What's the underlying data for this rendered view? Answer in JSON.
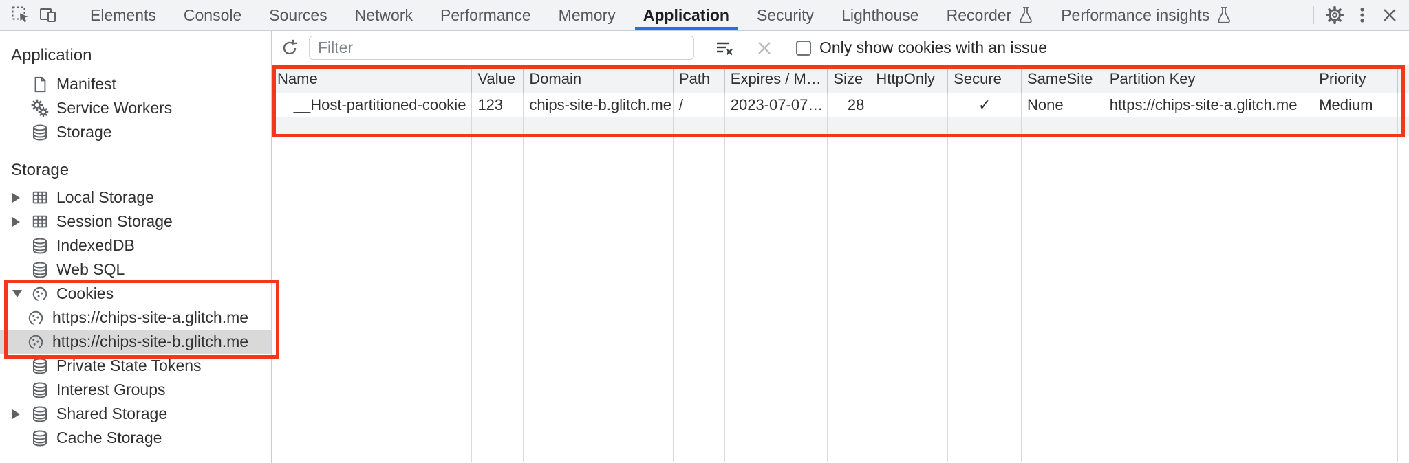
{
  "colors": {
    "highlight_red": "#f4361d",
    "active_tab_underline": "#1a73e8"
  },
  "tabbar": {
    "tabs": [
      "Elements",
      "Console",
      "Sources",
      "Network",
      "Performance",
      "Memory",
      "Application",
      "Security",
      "Lighthouse"
    ],
    "active_tab": "Application",
    "experiment_tabs": [
      "Recorder",
      "Performance insights"
    ]
  },
  "sidebar": {
    "panel_title": "Application",
    "app_items": [
      "Manifest",
      "Service Workers",
      "Storage"
    ],
    "storage_title": "Storage",
    "storage_items": [
      {
        "label": "Local Storage",
        "icon": "table-icon",
        "state": "collapsed"
      },
      {
        "label": "Session Storage",
        "icon": "table-icon",
        "state": "collapsed"
      },
      {
        "label": "IndexedDB",
        "icon": "database-icon"
      },
      {
        "label": "Web SQL",
        "icon": "database-icon"
      },
      {
        "label": "Cookies",
        "icon": "cookie-icon",
        "state": "expanded"
      },
      {
        "label": "https://chips-site-a.glitch.me",
        "icon": "cookie-icon",
        "child": true
      },
      {
        "label": "https://chips-site-b.glitch.me",
        "icon": "cookie-icon",
        "child": true,
        "selected": true
      },
      {
        "label": "Private State Tokens",
        "icon": "database-icon"
      },
      {
        "label": "Interest Groups",
        "icon": "database-icon"
      },
      {
        "label": "Shared Storage",
        "icon": "database-icon",
        "state": "collapsed"
      },
      {
        "label": "Cache Storage",
        "icon": "database-icon"
      }
    ]
  },
  "toolbar": {
    "filter_placeholder": "Filter",
    "checkbox_label": "Only show cookies with an issue",
    "checkbox_checked": false
  },
  "cookie_table": {
    "columns": [
      "Name",
      "Value",
      "Domain",
      "Path",
      "Expires / M…",
      "Size",
      "HttpOnly",
      "Secure",
      "SameSite",
      "Partition Key",
      "Priority"
    ],
    "rows": [
      {
        "name": "__Host-partitioned-cookie",
        "value": "123",
        "domain": "chips-site-b.glitch.me",
        "path": "/",
        "expires_max_age": "2023-07-07…",
        "size": "28",
        "http_only": "",
        "secure": "✓",
        "same_site": "None",
        "partition_key": "https://chips-site-a.glitch.me",
        "priority": "Medium"
      }
    ]
  }
}
